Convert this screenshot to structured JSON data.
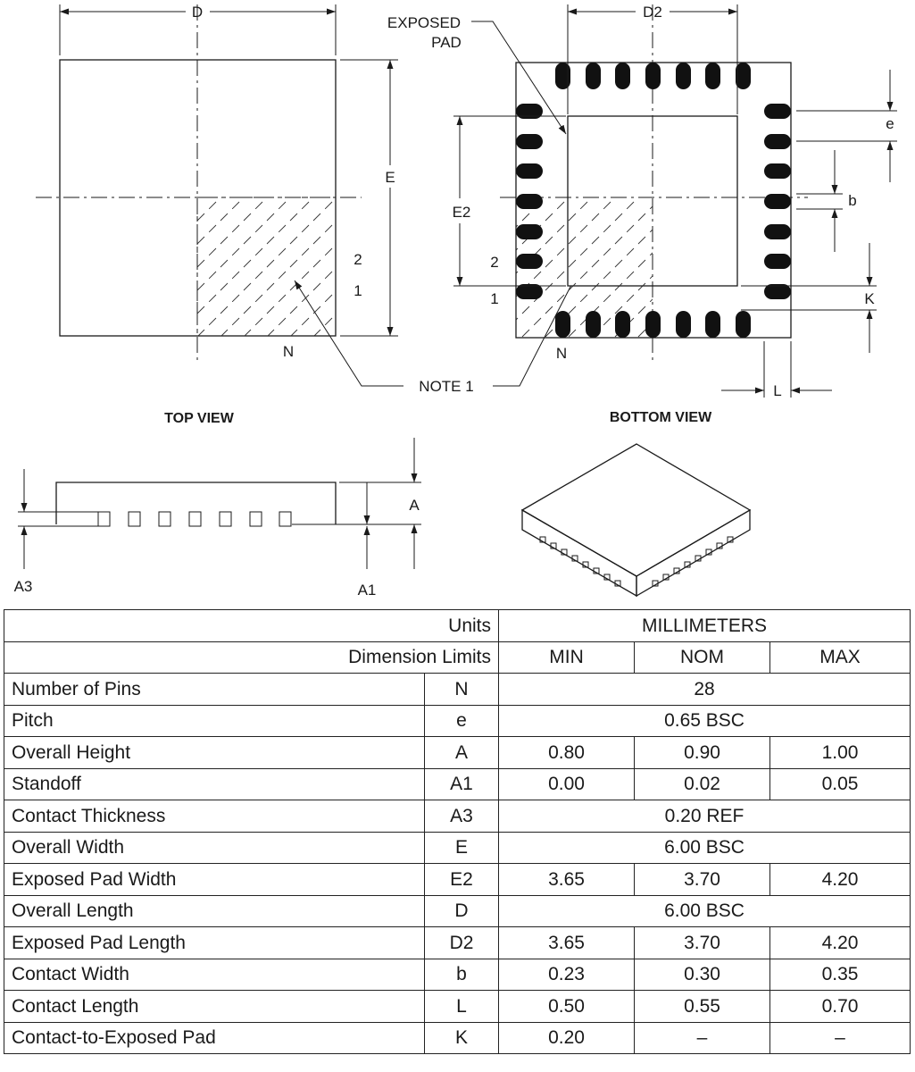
{
  "top_view": {
    "title": "TOP VIEW",
    "dim_d": "D",
    "dim_e": "E",
    "pin_2": "2",
    "pin_1": "1",
    "pin_n": "N"
  },
  "bottom_view": {
    "title": "BOTTOM VIEW",
    "exposed_pad_line1": "EXPOSED",
    "exposed_pad_line2": "PAD",
    "dim_d2": "D2",
    "dim_e2": "E2",
    "dim_e": "e",
    "dim_b": "b",
    "dim_k": "K",
    "dim_l": "L",
    "pin_2": "2",
    "pin_1": "1",
    "pin_n": "N"
  },
  "note_1": "NOTE 1",
  "side_view": {
    "dim_a": "A",
    "dim_a1": "A1",
    "dim_a3": "A3"
  },
  "table": {
    "units_label": "Units",
    "units_value": "MILLIMETERS",
    "limits_label": "Dimension Limits",
    "col_min": "MIN",
    "col_nom": "NOM",
    "col_max": "MAX",
    "rows": [
      {
        "name": "Number of Pins",
        "sym": "N",
        "span": "28"
      },
      {
        "name": "Pitch",
        "sym": "e",
        "span": "0.65 BSC"
      },
      {
        "name": "Overall Height",
        "sym": "A",
        "min": "0.80",
        "nom": "0.90",
        "max": "1.00"
      },
      {
        "name": "Standoff",
        "sym": "A1",
        "min": "0.00",
        "nom": "0.02",
        "max": "0.05"
      },
      {
        "name": "Contact Thickness",
        "sym": "A3",
        "span": "0.20 REF"
      },
      {
        "name": "Overall Width",
        "sym": "E",
        "span": "6.00 BSC"
      },
      {
        "name": "Exposed Pad Width",
        "sym": "E2",
        "min": "3.65",
        "nom": "3.70",
        "max": "4.20"
      },
      {
        "name": "Overall Length",
        "sym": "D",
        "span": "6.00 BSC"
      },
      {
        "name": "Exposed Pad Length",
        "sym": "D2",
        "min": "3.65",
        "nom": "3.70",
        "max": "4.20"
      },
      {
        "name": "Contact Width",
        "sym": "b",
        "min": "0.23",
        "nom": "0.30",
        "max": "0.35"
      },
      {
        "name": "Contact Length",
        "sym": "L",
        "min": "0.50",
        "nom": "0.55",
        "max": "0.70"
      },
      {
        "name": "Contact-to-Exposed Pad",
        "sym": "K",
        "min": "0.20",
        "nom": "–",
        "max": "–"
      }
    ]
  }
}
